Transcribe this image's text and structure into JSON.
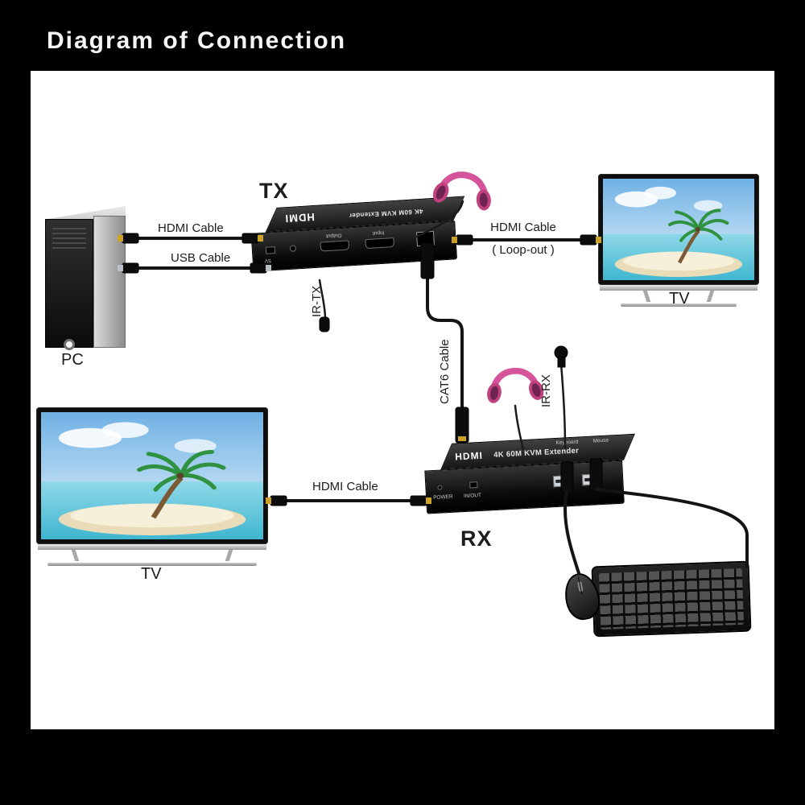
{
  "title": "Diagram of Connection",
  "labels": {
    "tx": "TX",
    "rx": "RX",
    "pc": "PC",
    "tv_top": "TV",
    "tv_bottom": "TV",
    "hdmi_cable_top": "HDMI Cable",
    "usb_cable": "USB Cable",
    "ir_tx": "IR-TX",
    "ir_rx": "IR-RX",
    "hdmi_loopout_1": "HDMI Cable",
    "hdmi_loopout_2": "( Loop-out )",
    "cat6_cable": "CAT6 Cable",
    "hdmi_cable_bottom": "HDMI Cable"
  },
  "devices": {
    "tx_unit": {
      "brand": "HDMI",
      "model": "4K 60M KVM Extender",
      "port_labels": {
        "power": "5V",
        "output": "Output",
        "input": "Input"
      }
    },
    "rx_unit": {
      "brand": "HDMI",
      "model": "4K 60M KVM Extender",
      "front_labels": {
        "power": "POWER",
        "inout": "IN/OUT"
      },
      "port_labels": {
        "keyboard": "Keyboard",
        "mouse": "Mouse"
      }
    }
  },
  "colors": {
    "background": "#000000",
    "canvas": "#ffffff",
    "cable": "#141414",
    "headphone_pink": "#d4539b",
    "device_black": "#111111",
    "hdmi_gold": "#c9a227"
  }
}
